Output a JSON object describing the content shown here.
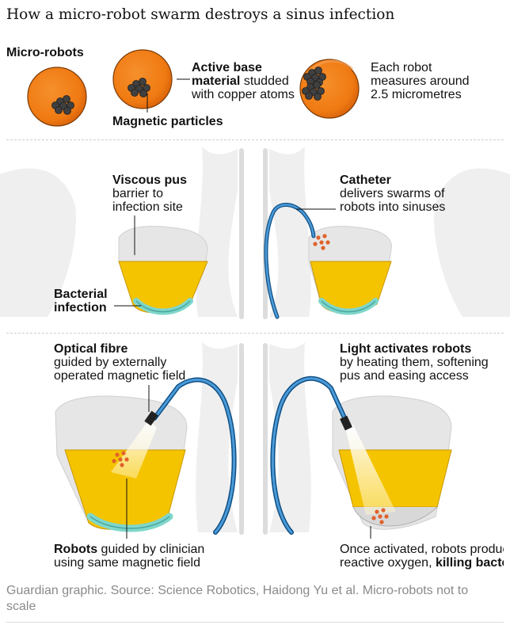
{
  "title": "How a micro-robot swarm destroys a sinus infection",
  "robots": {
    "heading": "Micro-robots",
    "base_bold": "Active base",
    "base_line2_bold": "material",
    "base_line2_rest": " studded",
    "base_line3": "with copper atoms",
    "magnetic": "Magnetic particles",
    "size_line1": "Each robot",
    "size_line2": "measures around",
    "size_line3": "2.5 micrometres"
  },
  "stage1": {
    "pus_bold": "Viscous pus",
    "pus_line2": "barrier to",
    "pus_line3": "infection site",
    "infection_line1": "Bacterial",
    "infection_line2": "infection",
    "catheter_bold": "Catheter",
    "catheter_line2": "delivers swarms of",
    "catheter_line3": "robots into sinuses"
  },
  "stage2": {
    "fibre_bold": "Optical fibre",
    "fibre_line2": "guided by externally",
    "fibre_line3": "operated magnetic field",
    "light_bold": "Light activates robots",
    "light_line2": "by heating them, softening",
    "light_line3": "pus and easing access",
    "guided_bold": "Robots",
    "guided_rest": " guided by clinician",
    "guided_line2": "using same magnetic field",
    "activated_line1": "Once activated, robots produce",
    "activated_line2": "reactive oxygen, ",
    "activated_bold": "killing bacteria"
  },
  "footer": "Guardian graphic. Source: Science Robotics, Haidong Yu et al. Micro-robots not to scale",
  "colors": {
    "robot_orange": "#f27c14",
    "robot_dark": "#d8620a",
    "pus_yellow": "#f5c400",
    "bacteria_teal": "#6ccfc4",
    "catheter_blue": "#1f73b7",
    "sinus_grey": "#e6e6e6"
  }
}
